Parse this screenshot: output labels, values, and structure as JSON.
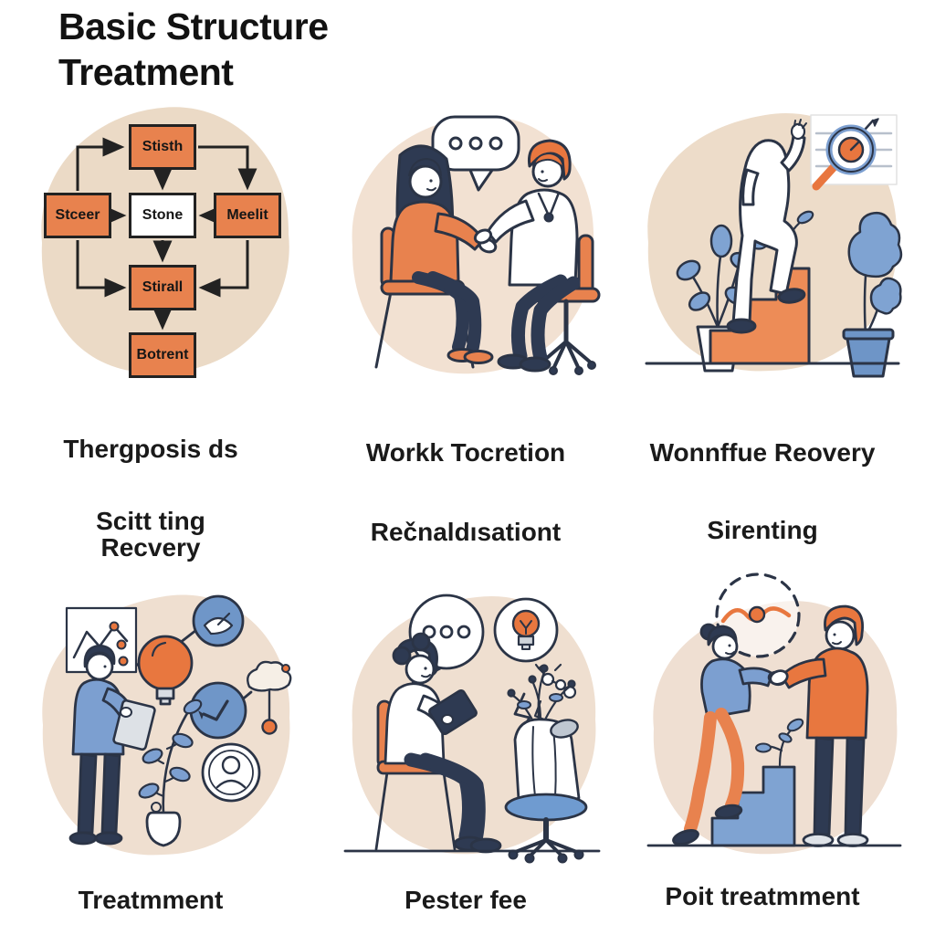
{
  "title": {
    "line1": "Basic Structure",
    "line2": "Treatment"
  },
  "colors": {
    "orange": "#E8824E",
    "orange_deep": "#E8773F",
    "stair_orange": "#ED8C57",
    "beige_blob": "#EFDFCE",
    "blue": "#7C9FD0",
    "blue_mid": "#6F96C8",
    "navy": "#2E3A52",
    "outline": "#2B3446",
    "white": "#FFFFFF"
  },
  "flowchart": {
    "nodes": [
      {
        "id": "top",
        "label": "Stisth"
      },
      {
        "id": "left",
        "label": "Stceer"
      },
      {
        "id": "center",
        "label": "Stone"
      },
      {
        "id": "right",
        "label": "Meelit"
      },
      {
        "id": "middle",
        "label": "Stirall"
      },
      {
        "id": "bottom",
        "label": "Botrent"
      }
    ]
  },
  "row1": {
    "captions": [
      "Thergposis ds",
      "Workk Tocretion",
      "Wonnffue Reovery"
    ]
  },
  "row2": {
    "headings": [
      {
        "line1": "Scitt ting",
        "line2": "Recvery"
      },
      {
        "line1": "Rečnaldısationt",
        "line2": ""
      },
      {
        "line1": "Sirenting",
        "line2": ""
      }
    ],
    "captions": [
      "Treatmment",
      "Pester fee",
      "Poit treatmment"
    ]
  },
  "panels": [
    {
      "name": "flowchart-diagram",
      "icons": [
        "flow-box",
        "arrow-connector"
      ]
    },
    {
      "name": "therapy-session",
      "icons": [
        "speech-bubble-icon",
        "patient-figure",
        "doctor-figure",
        "side-chair",
        "office-chair"
      ]
    },
    {
      "name": "stair-climb-recovery",
      "icons": [
        "climbing-figure",
        "orange-staircase",
        "potted-plant",
        "magnifier-target-icon",
        "chart-card"
      ]
    },
    {
      "name": "analysis-research",
      "icons": [
        "person-with-tablet",
        "line-chart-card-icon",
        "lightbulb-icon",
        "gauge-circle-icon",
        "arrow-circle-icon",
        "cloud-icon",
        "user-circle-icon",
        "potted-plant"
      ]
    },
    {
      "name": "seated-consultation",
      "icons": [
        "speech-bubble-icon",
        "lightbulb-circle-icon",
        "molecule-icon",
        "zigzag-icon",
        "person-with-tablet",
        "office-chair",
        "draped-cloth",
        "plant-sprig"
      ]
    },
    {
      "name": "guided-stair-progress",
      "icons": [
        "dashed-circle-chart-icon",
        "mentor-figure",
        "climber-figure",
        "blue-staircase",
        "plant-sprig"
      ]
    }
  ]
}
